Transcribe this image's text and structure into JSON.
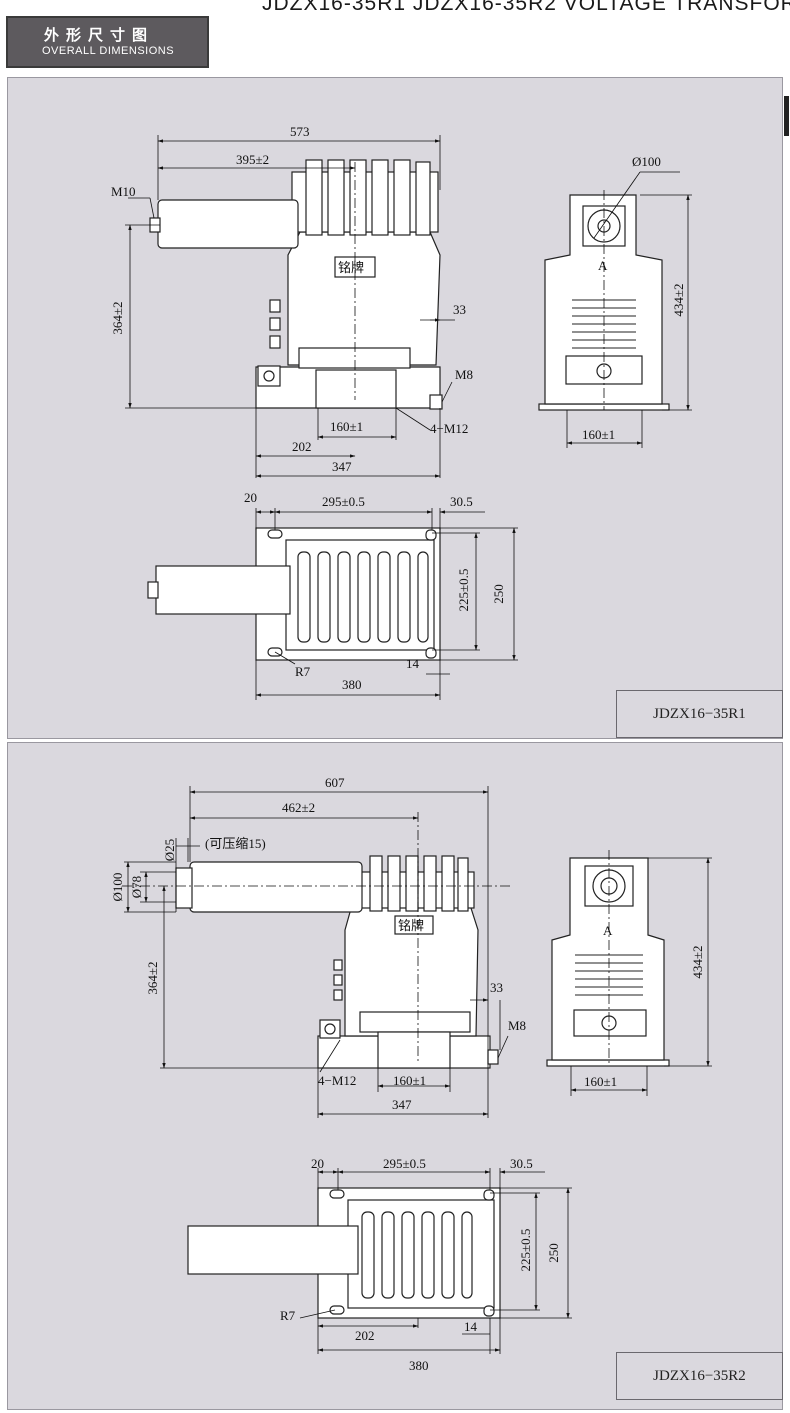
{
  "header": {
    "title": "JDZX16-35R1  JDZX16-35R2  VOLTAGE  TRANSFOR"
  },
  "section": {
    "title_cn": "外形尺寸图",
    "title_en": "OVERALL DIMENSIONS"
  },
  "model_1": {
    "label": "JDZX16−35R1",
    "side_view": {
      "d_573": "573",
      "d_395": "395±2",
      "m10": "M10",
      "h_364": "364±2",
      "d_33": "33",
      "m8": "M8",
      "d_160": "160±1",
      "m12": "4−M12",
      "d_202": "202",
      "d_347": "347",
      "nameplate": "铭牌"
    },
    "front_view": {
      "dia_100": "Ø100",
      "mark_a": "A",
      "h_434": "434±2",
      "d_160": "160±1"
    },
    "top_view": {
      "d_20": "20",
      "d_295": "295±0.5",
      "d_305": "30.5",
      "d_225": "225±0.5",
      "d_250": "250",
      "r7": "R7",
      "d_14": "14",
      "d_380": "380"
    }
  },
  "model_2": {
    "label": "JDZX16−35R2",
    "side_view": {
      "d_607": "607",
      "d_462": "462±2",
      "d_25": "Ø25",
      "compress": "(可压缩15)",
      "d_100": "Ø100",
      "d_78": "Ø78",
      "h_364": "364±2",
      "d_33": "33",
      "m8": "M8",
      "m12": "4−M12",
      "d_160": "160±1",
      "d_347": "347",
      "nameplate": "铭牌"
    },
    "front_view": {
      "mark_a": "A",
      "h_434": "434±2",
      "d_160": "160±1"
    },
    "top_view": {
      "d_20": "20",
      "d_295": "295±0.5",
      "d_305": "30.5",
      "d_225": "225±0.5",
      "d_250": "250",
      "r7": "R7",
      "d_14": "14",
      "d_202": "202",
      "d_380": "380"
    }
  }
}
